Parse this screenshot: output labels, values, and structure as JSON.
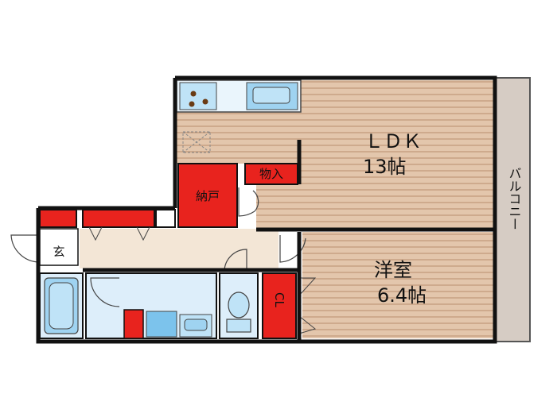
{
  "rooms": {
    "ldk_name": "ＬＤＫ",
    "ldk_size": "13帖",
    "western_name": "洋室",
    "western_size": "6.4帖",
    "storage": "納戸",
    "pantry": "物入",
    "entrance": "玄",
    "closet": "CL",
    "balcony": "バルコニー"
  },
  "colors": {
    "wall": "#111111",
    "storage_red": "#e8231e",
    "wood_floor": "#d9b89c",
    "wood_line": "#b88e6e",
    "wet_area": "#ddeefa",
    "fixture_blue": "#7cc3ec",
    "corridor": "#f3e6d6",
    "balcony": "#d6ccc4"
  }
}
